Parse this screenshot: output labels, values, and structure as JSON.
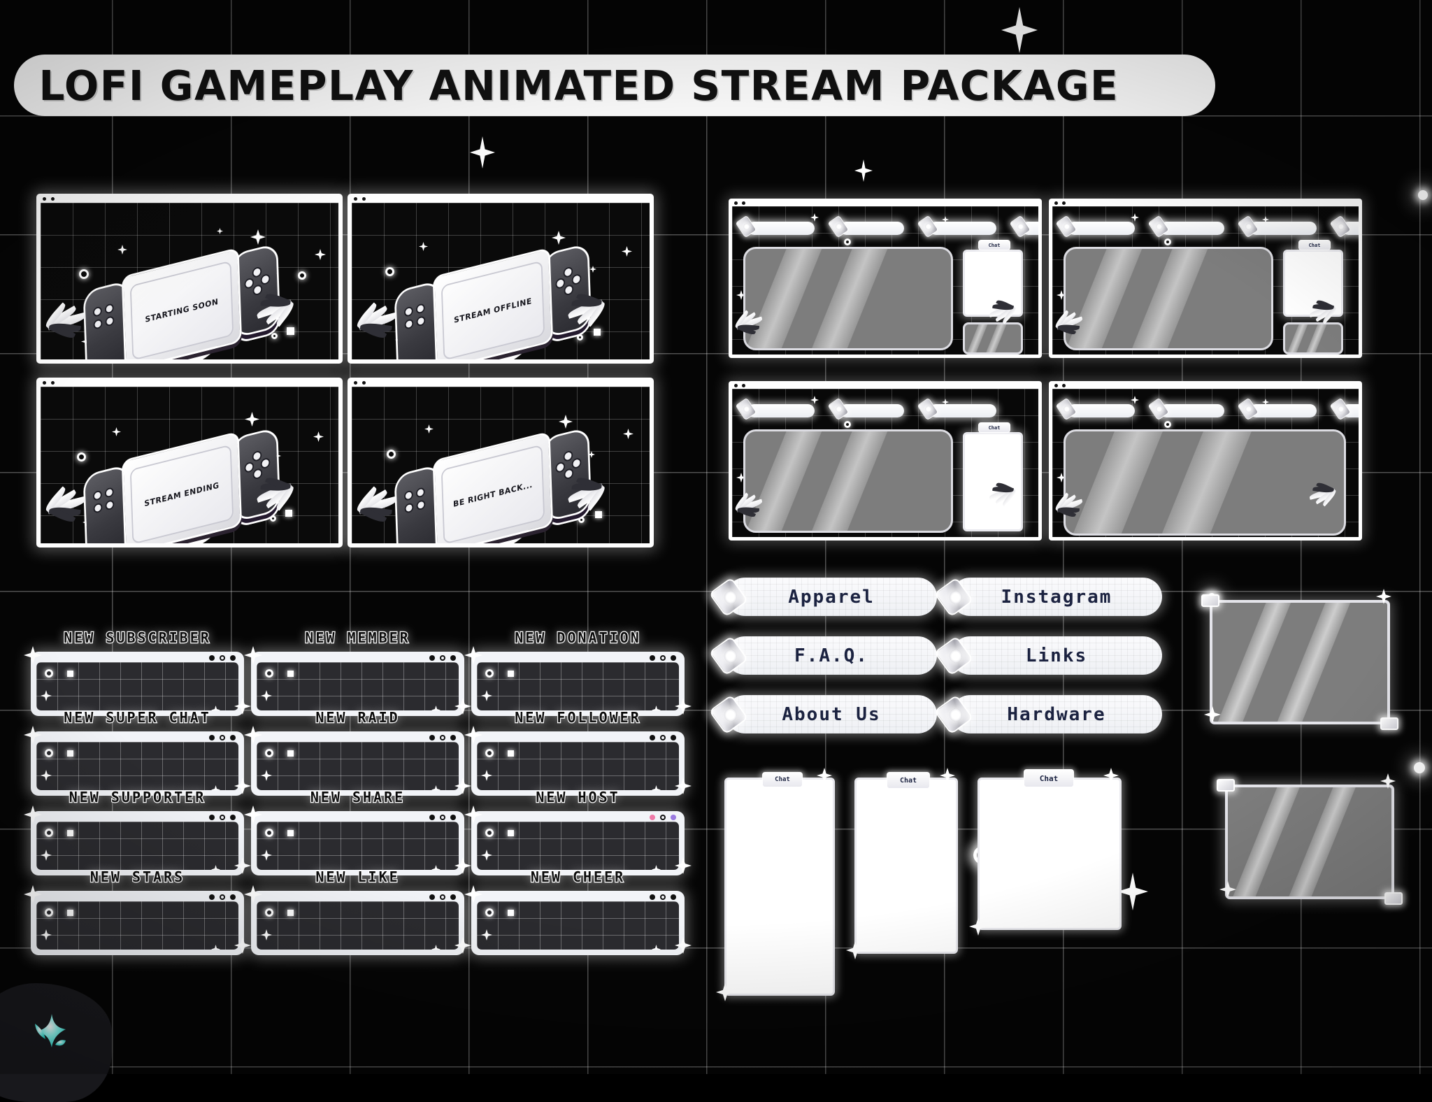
{
  "page": {
    "title": "LOFI GAMEPLAY ANIMATED STREAM PACKAGE",
    "background_color": "#050505",
    "accent_color": "#2ee6d6",
    "panel_color": "#ffffff",
    "screen_gray": "#7d7d7d"
  },
  "scenes": [
    {
      "id": "starting-soon",
      "label": "STARTING SOON"
    },
    {
      "id": "stream-offline",
      "label": "STREAM OFFLINE"
    },
    {
      "id": "stream-ending",
      "label": "STREAM ENDING"
    },
    {
      "id": "be-right-back",
      "label": "BE RIGHT BACK..."
    }
  ],
  "alerts": [
    {
      "id": "new-subscriber",
      "label": "NEW SUBSCRIBER",
      "dots": [
        "solid",
        "hollow",
        "solid"
      ]
    },
    {
      "id": "new-member",
      "label": "NEW MEMBER",
      "dots": [
        "solid",
        "hollow",
        "solid"
      ]
    },
    {
      "id": "new-donation",
      "label": "NEW DONATION",
      "dots": [
        "solid",
        "hollow",
        "solid"
      ]
    },
    {
      "id": "new-super-chat",
      "label": "NEW SUPER CHAT",
      "dots": [
        "solid",
        "hollow",
        "solid"
      ]
    },
    {
      "id": "new-raid",
      "label": "NEW RAID",
      "dots": [
        "solid",
        "hollow",
        "solid"
      ]
    },
    {
      "id": "new-follower",
      "label": "NEW FOLLOWER",
      "dots": [
        "solid",
        "hollow",
        "solid"
      ]
    },
    {
      "id": "new-supporter",
      "label": "NEW SUPPORTER",
      "dots": [
        "solid",
        "hollow",
        "solid"
      ]
    },
    {
      "id": "new-share",
      "label": "NEW SHARE",
      "dots": [
        "solid",
        "hollow",
        "solid"
      ]
    },
    {
      "id": "new-host",
      "label": "NEW HOST",
      "dots": [
        "pink",
        "white",
        "purple"
      ]
    },
    {
      "id": "new-stars",
      "label": "NEW STARS",
      "dots": [
        "solid",
        "hollow",
        "solid"
      ]
    },
    {
      "id": "new-like",
      "label": "NEW LIKE",
      "dots": [
        "solid",
        "hollow",
        "solid"
      ]
    },
    {
      "id": "new-cheer",
      "label": "NEW CHEER",
      "dots": [
        "solid",
        "hollow",
        "solid"
      ]
    }
  ],
  "overlays": [
    {
      "id": "overlay-a",
      "tabs": 4,
      "has_facecam": true,
      "has_subcam": true
    },
    {
      "id": "overlay-b",
      "tabs": 4,
      "has_facecam": true,
      "has_subcam": true
    },
    {
      "id": "overlay-c",
      "tabs": 3,
      "has_facecam": true,
      "has_subcam": false
    },
    {
      "id": "overlay-d",
      "tabs": 4,
      "has_facecam": false,
      "has_subcam": false
    }
  ],
  "panel_buttons": [
    {
      "id": "apparel",
      "label": "Apparel"
    },
    {
      "id": "instagram",
      "label": "Instagram"
    },
    {
      "id": "faq",
      "label": "F.A.Q."
    },
    {
      "id": "links",
      "label": "Links"
    },
    {
      "id": "about-us",
      "label": "About Us"
    },
    {
      "id": "hardware",
      "label": "Hardware"
    }
  ],
  "chat_boxes": [
    {
      "id": "chat-tall",
      "label": "Chat"
    },
    {
      "id": "chat-medium",
      "label": "Chat"
    },
    {
      "id": "chat-wide",
      "label": "Chat"
    }
  ],
  "cam_cards": [
    {
      "id": "cam-card-top"
    },
    {
      "id": "cam-card-bottom"
    }
  ],
  "brand": {
    "id": "brand-logo",
    "color": "#2ee6d6"
  }
}
